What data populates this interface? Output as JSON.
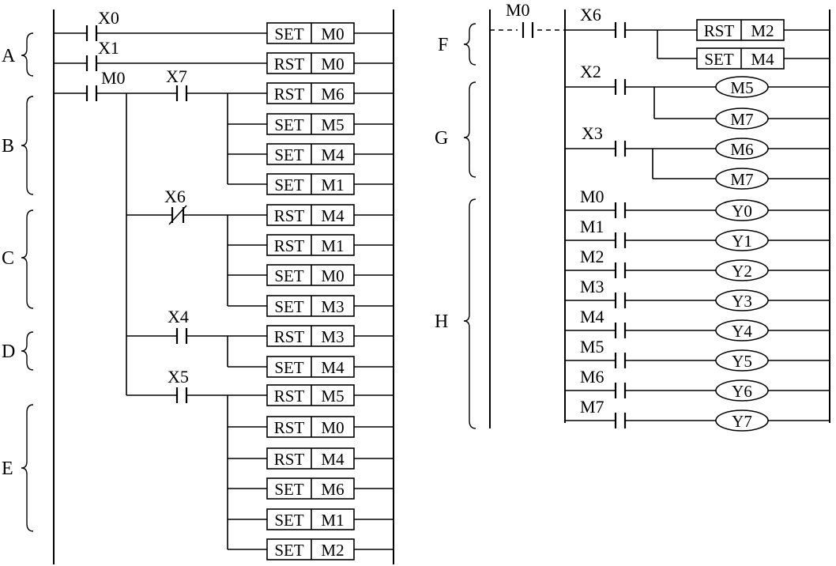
{
  "sections": [
    {
      "label": "A"
    },
    {
      "label": "B"
    },
    {
      "label": "C"
    },
    {
      "label": "D"
    },
    {
      "label": "E"
    },
    {
      "label": "F"
    },
    {
      "label": "G"
    },
    {
      "label": "H"
    }
  ],
  "contacts": [
    {
      "name": "X0",
      "type": "NO"
    },
    {
      "name": "X1",
      "type": "NO"
    },
    {
      "name": "M0",
      "type": "NO"
    },
    {
      "name": "X7",
      "type": "NO"
    },
    {
      "name": "X6",
      "type": "NC"
    },
    {
      "name": "X4",
      "type": "NO"
    },
    {
      "name": "X5",
      "type": "NO"
    },
    {
      "name": "M0",
      "type": "NO"
    },
    {
      "name": "X6",
      "type": "NO"
    },
    {
      "name": "X2",
      "type": "NO"
    },
    {
      "name": "X3",
      "type": "NO"
    },
    {
      "name": "M0",
      "type": "NO"
    },
    {
      "name": "M1",
      "type": "NO"
    },
    {
      "name": "M2",
      "type": "NO"
    },
    {
      "name": "M3",
      "type": "NO"
    },
    {
      "name": "M4",
      "type": "NO"
    },
    {
      "name": "M5",
      "type": "NO"
    },
    {
      "name": "M6",
      "type": "NO"
    },
    {
      "name": "M7",
      "type": "NO"
    }
  ],
  "instructions": [
    {
      "op": "SET",
      "dev": "M0"
    },
    {
      "op": "RST",
      "dev": "M0"
    },
    {
      "op": "RST",
      "dev": "M6"
    },
    {
      "op": "SET",
      "dev": "M5"
    },
    {
      "op": "SET",
      "dev": "M4"
    },
    {
      "op": "SET",
      "dev": "M1"
    },
    {
      "op": "RST",
      "dev": "M4"
    },
    {
      "op": "RST",
      "dev": "M1"
    },
    {
      "op": "SET",
      "dev": "M0"
    },
    {
      "op": "SET",
      "dev": "M3"
    },
    {
      "op": "RST",
      "dev": "M3"
    },
    {
      "op": "SET",
      "dev": "M4"
    },
    {
      "op": "RST",
      "dev": "M5"
    },
    {
      "op": "RST",
      "dev": "M0"
    },
    {
      "op": "RST",
      "dev": "M4"
    },
    {
      "op": "SET",
      "dev": "M6"
    },
    {
      "op": "SET",
      "dev": "M1"
    },
    {
      "op": "SET",
      "dev": "M2"
    },
    {
      "op": "RST",
      "dev": "M2"
    },
    {
      "op": "SET",
      "dev": "M4"
    }
  ],
  "coils": [
    {
      "dev": "M5"
    },
    {
      "dev": "M7"
    },
    {
      "dev": "M6"
    },
    {
      "dev": "M7"
    },
    {
      "dev": "Y0"
    },
    {
      "dev": "Y1"
    },
    {
      "dev": "Y2"
    },
    {
      "dev": "Y3"
    },
    {
      "dev": "Y4"
    },
    {
      "dev": "Y5"
    },
    {
      "dev": "Y6"
    },
    {
      "dev": "Y7"
    }
  ]
}
